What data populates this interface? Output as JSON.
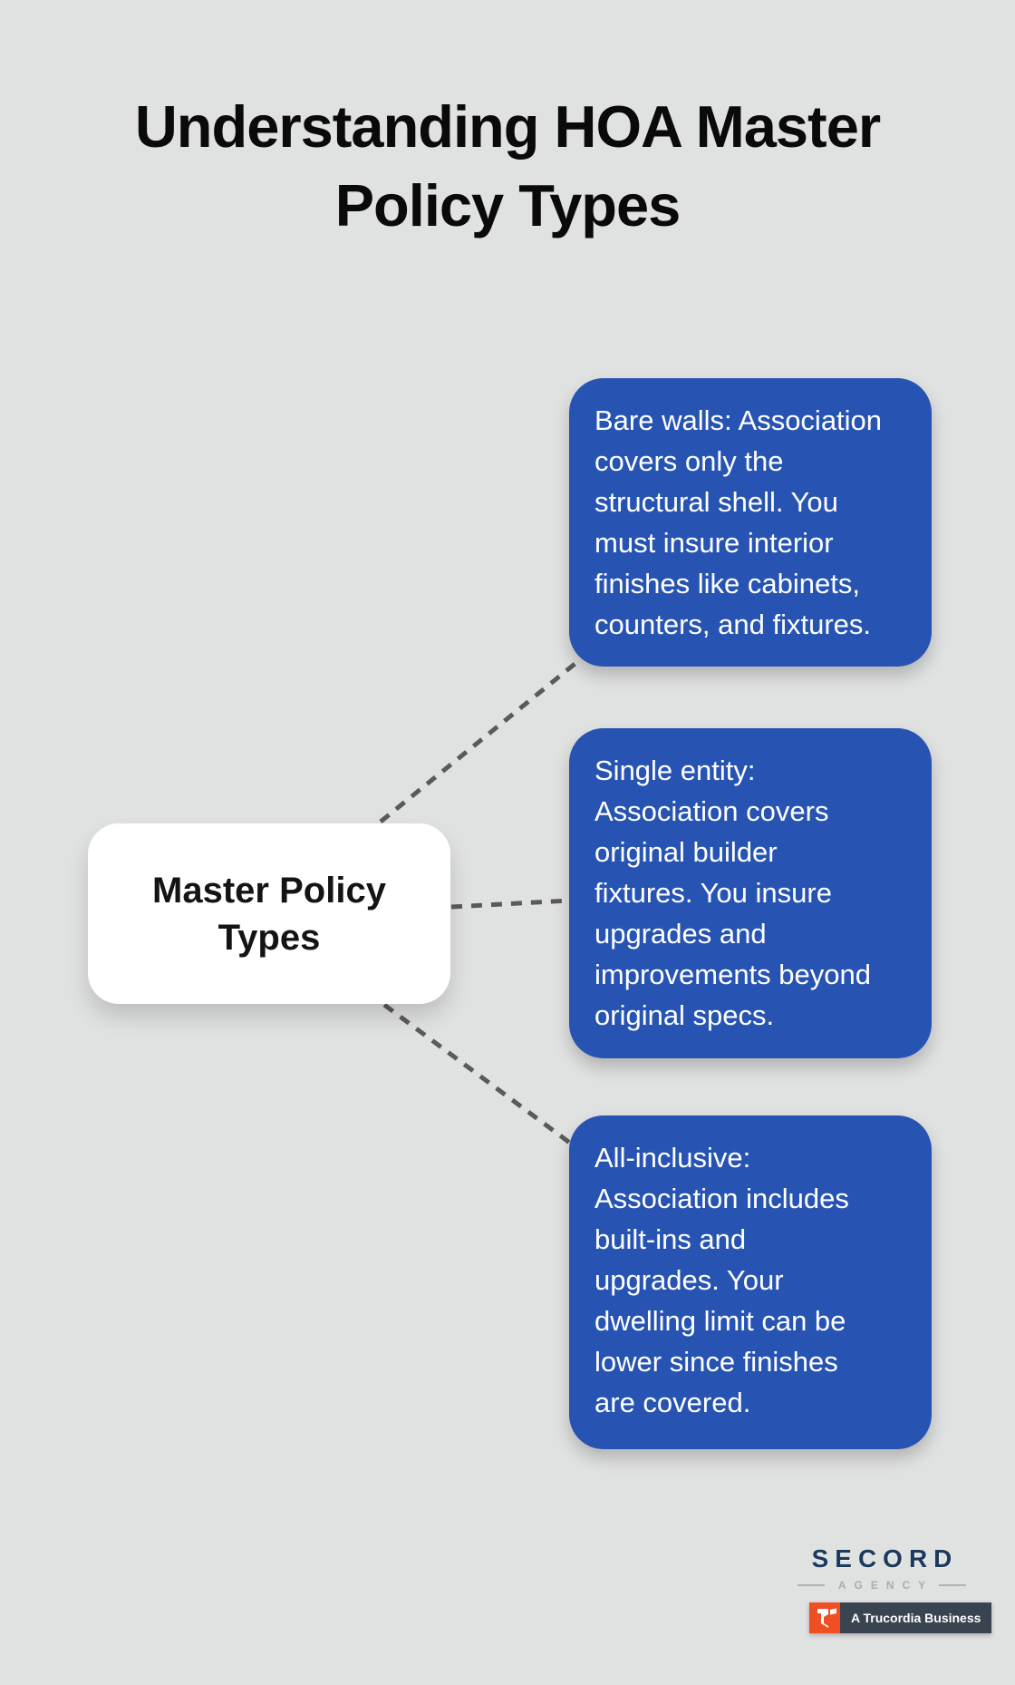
{
  "title": {
    "text": "Understanding HOA Master\nPolicy Types"
  },
  "diagram": {
    "center_node": {
      "label": "Master Policy\nTypes"
    },
    "nodes": [
      {
        "id": "bare-walls",
        "text": "Bare walls: Association\ncovers only the\nstructural shell. You\nmust insure interior\nfinishes like cabinets,\ncounters, and fixtures."
      },
      {
        "id": "single-entity",
        "text": "Single entity:\nAssociation covers\noriginal builder\nfixtures. You insure\nupgrades and\nimprovements beyond\noriginal specs."
      },
      {
        "id": "all-inclusive",
        "text": "All-inclusive:\nAssociation includes\nbuilt-ins and\nupgrades. Your\ndwelling limit can be\nlower since finishes\nare covered."
      }
    ],
    "colors": {
      "node_fill": "#2754b3",
      "node_text": "#ffffff",
      "center_fill": "#ffffff",
      "center_text": "#141414",
      "connector": "#5a5a5a",
      "background": "#e0e1e1"
    }
  },
  "footer": {
    "brand": "SECORD",
    "brand_subtitle": "AGENCY",
    "badge": {
      "label": "A Trucordia Business",
      "icon": "trucordia-t-icon"
    },
    "colors": {
      "brand": "#1c3a5e",
      "subtitle": "#a9adb2",
      "badge_bg": "#3a4450",
      "badge_icon_bg": "#f04e23"
    }
  }
}
